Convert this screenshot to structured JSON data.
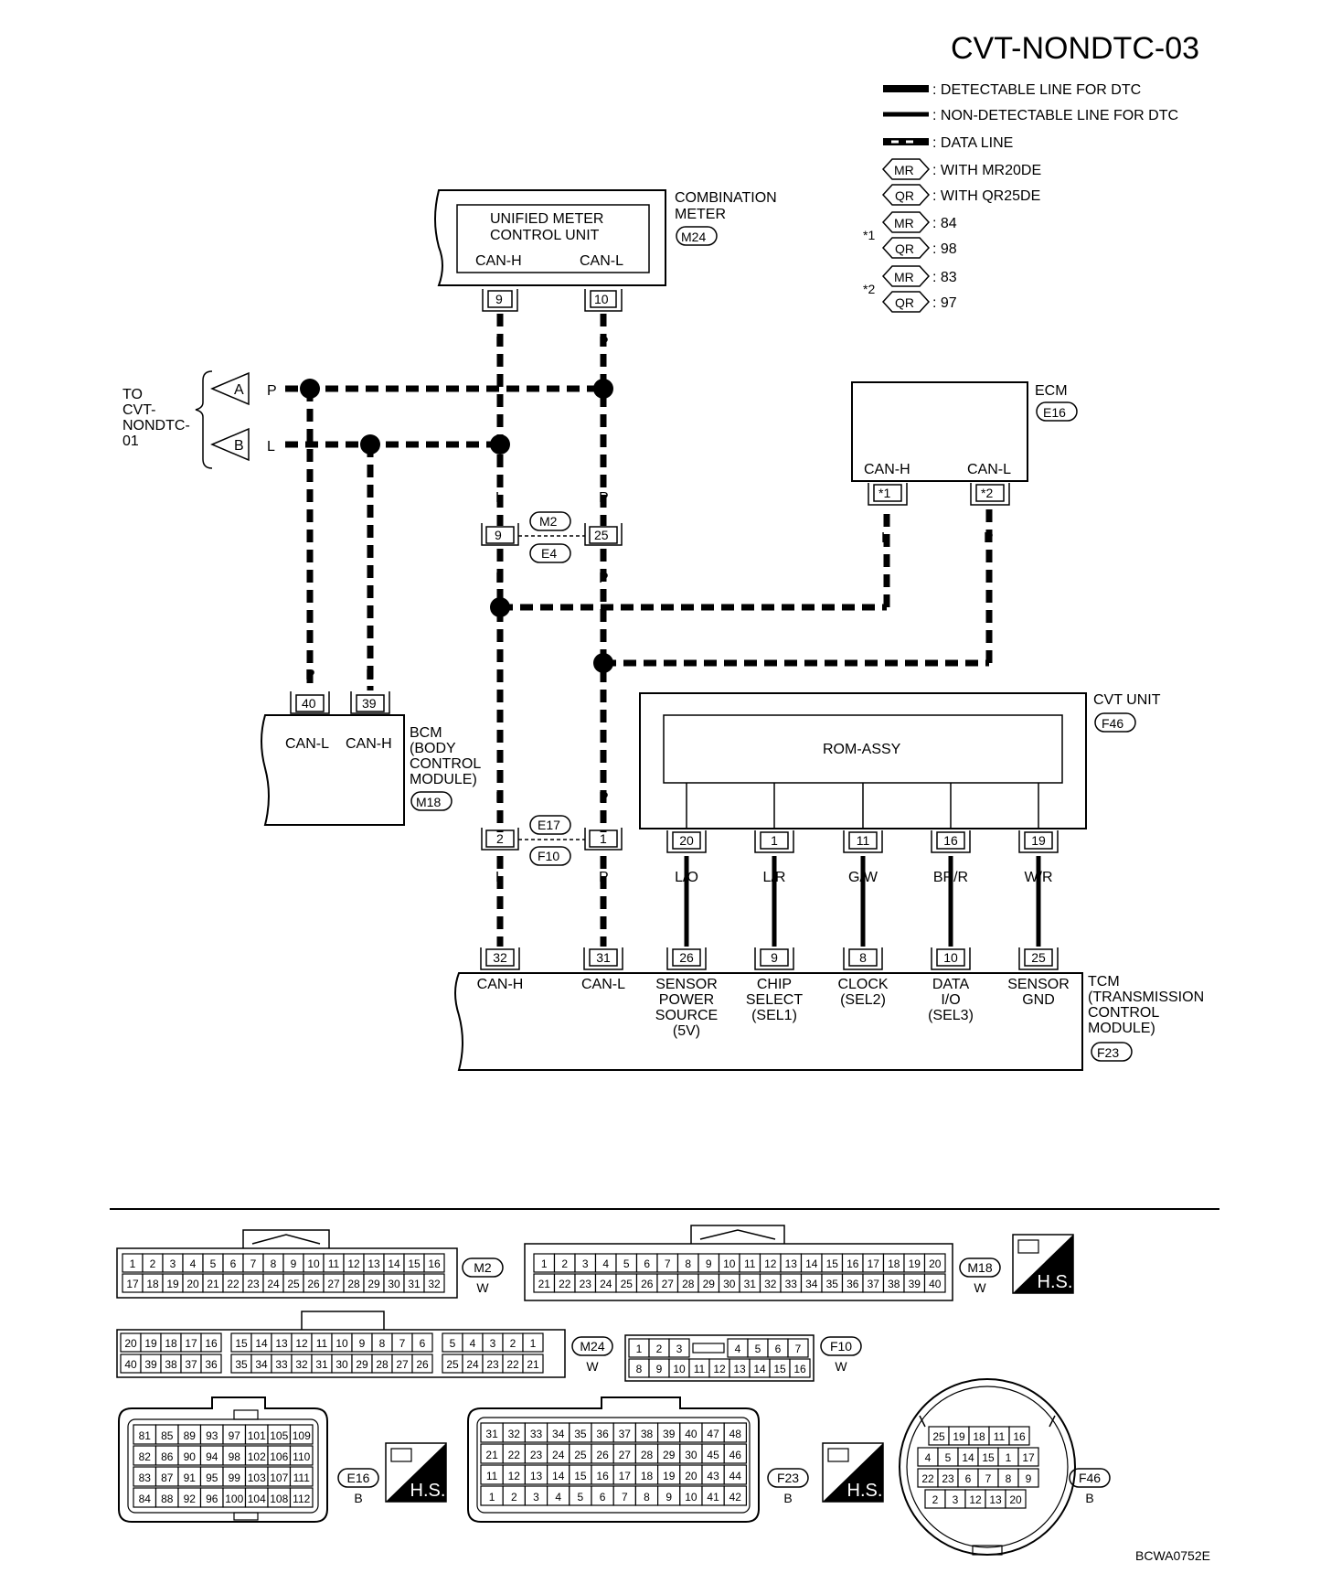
{
  "title": "CVT-NONDTC-03",
  "legend": {
    "detectable": ": DETECTABLE LINE FOR DTC",
    "non_detectable": ": NON-DETECTABLE LINE FOR DTC",
    "data_line": ": DATA LINE",
    "mr_label": "MR",
    "qr_label": "QR",
    "with_mr": ": WITH MR20DE",
    "with_qr": ": WITH QR25DE",
    "note1_mark": "*1",
    "note1_mr": ": 84",
    "note1_qr": ": 98",
    "note2_mark": "*2",
    "note2_mr": ": 83",
    "note2_qr": ": 97"
  },
  "combination_meter": {
    "name_line1": "COMBINATION",
    "name_line2": "METER",
    "connector": "M24",
    "inner_line1": "UNIFIED METER",
    "inner_line2": "CONTROL UNIT",
    "can_h": "CAN-H",
    "can_l": "CAN-L",
    "pin_h": "9",
    "pin_l": "10"
  },
  "ecm": {
    "name": "ECM",
    "connector": "E16",
    "can_h": "CAN-H",
    "can_l": "CAN-L",
    "pin_h": "*1",
    "pin_l": "*2"
  },
  "to_ref": {
    "line1": "TO",
    "line2": "CVT-",
    "line3": "NONDTC-",
    "line4": "01",
    "arrow_a": "A",
    "arrow_b": "B"
  },
  "wire_colors": {
    "l": "L",
    "p": "P"
  },
  "joint_m2_e4": {
    "conn1": "M2",
    "conn2": "E4",
    "pin_l": "9",
    "pin_p": "25"
  },
  "joint_e17_f10": {
    "conn1": "E17",
    "conn2": "F10",
    "pin_l": "2",
    "pin_p": "1"
  },
  "bcm": {
    "line1": "BCM",
    "line2": "(BODY",
    "line3": "CONTROL",
    "line4": "MODULE)",
    "connector": "M18",
    "can_l": "CAN-L",
    "can_h": "CAN-H",
    "pin_l": "40",
    "pin_h": "39"
  },
  "cvt_unit": {
    "name": "CVT UNIT",
    "connector": "F46",
    "rom": "ROM-ASSY",
    "pins": [
      "20",
      "1",
      "11",
      "16",
      "19"
    ],
    "wires": [
      "L/O",
      "L/R",
      "G/W",
      "BR/R",
      "W/R"
    ]
  },
  "tcm": {
    "line1": "TCM",
    "line2": "(TRANSMISSION",
    "line3": "CONTROL",
    "line4": "MODULE)",
    "connector": "F23",
    "pins": [
      "32",
      "31",
      "26",
      "9",
      "8",
      "10",
      "25"
    ],
    "labels": [
      [
        "CAN-H"
      ],
      [
        "CAN-L"
      ],
      [
        "SENSOR",
        "POWER",
        "SOURCE",
        "(5V)"
      ],
      [
        "CHIP",
        "SELECT",
        "(SEL1)"
      ],
      [
        "CLOCK",
        "(SEL2)"
      ],
      [
        "DATA",
        "I/O",
        "(SEL3)"
      ],
      [
        "SENSOR",
        "GND"
      ]
    ]
  },
  "connector_faces": {
    "m2": {
      "label": "M2",
      "color": "W",
      "top": [
        "1",
        "2",
        "3",
        "4",
        "5",
        "6",
        "7",
        "8",
        "9",
        "10",
        "11",
        "12",
        "13",
        "14",
        "15",
        "16"
      ],
      "bottom": [
        "17",
        "18",
        "19",
        "20",
        "21",
        "22",
        "23",
        "24",
        "25",
        "26",
        "27",
        "28",
        "29",
        "30",
        "31",
        "32"
      ]
    },
    "m18": {
      "label": "M18",
      "color": "W",
      "top": [
        "1",
        "2",
        "3",
        "4",
        "5",
        "6",
        "7",
        "8",
        "9",
        "10",
        "11",
        "12",
        "13",
        "14",
        "15",
        "16",
        "17",
        "18",
        "19",
        "20"
      ],
      "bottom": [
        "21",
        "22",
        "23",
        "24",
        "25",
        "26",
        "27",
        "28",
        "29",
        "30",
        "31",
        "32",
        "33",
        "34",
        "35",
        "36",
        "37",
        "38",
        "39",
        "40"
      ]
    },
    "m24": {
      "label": "M24",
      "color": "W",
      "top": [
        "20",
        "19",
        "18",
        "17",
        "16",
        "",
        "15",
        "14",
        "13",
        "12",
        "11",
        "10",
        "9",
        "8",
        "7",
        "6",
        "",
        "5",
        "4",
        "3",
        "2",
        "1"
      ],
      "bottom": [
        "40",
        "39",
        "38",
        "37",
        "36",
        "",
        "35",
        "34",
        "33",
        "32",
        "31",
        "30",
        "29",
        "28",
        "27",
        "26",
        "",
        "25",
        "24",
        "23",
        "22",
        "21"
      ]
    },
    "f10": {
      "label": "F10",
      "color": "W",
      "top": [
        "1",
        "2",
        "3",
        "",
        "4",
        "5",
        "6",
        "7"
      ],
      "bottom": [
        "8",
        "9",
        "10",
        "11",
        "12",
        "13",
        "14",
        "15",
        "16"
      ]
    },
    "e16": {
      "label": "E16",
      "color": "B",
      "rows": [
        [
          "81",
          "85",
          "89",
          "93",
          "97",
          "101",
          "105",
          "109"
        ],
        [
          "82",
          "86",
          "90",
          "94",
          "98",
          "102",
          "106",
          "110"
        ],
        [
          "83",
          "87",
          "91",
          "95",
          "99",
          "103",
          "107",
          "111"
        ],
        [
          "84",
          "88",
          "92",
          "96",
          "100",
          "104",
          "108",
          "112"
        ]
      ]
    },
    "f23": {
      "label": "F23",
      "color": "B",
      "rows": [
        [
          "31",
          "32",
          "33",
          "34",
          "35",
          "36",
          "37",
          "38",
          "39",
          "40",
          "47",
          "48"
        ],
        [
          "21",
          "22",
          "23",
          "24",
          "25",
          "26",
          "27",
          "28",
          "29",
          "30",
          "45",
          "46"
        ],
        [
          "11",
          "12",
          "13",
          "14",
          "15",
          "16",
          "17",
          "18",
          "19",
          "20",
          "43",
          "44"
        ],
        [
          "1",
          "2",
          "3",
          "4",
          "5",
          "6",
          "7",
          "8",
          "9",
          "10",
          "41",
          "42"
        ]
      ]
    },
    "f46": {
      "label": "F46",
      "color": "B",
      "rows": [
        [
          "25",
          "19",
          "18",
          "11",
          "16"
        ],
        [
          "4",
          "5",
          "14",
          "15",
          "1",
          "17"
        ],
        [
          "22",
          "23",
          "6",
          "7",
          "8",
          "9"
        ],
        [
          "2",
          "3",
          "12",
          "13",
          "20"
        ]
      ]
    },
    "hs_label": "H.S."
  },
  "doc_code": "BCWA0752E"
}
